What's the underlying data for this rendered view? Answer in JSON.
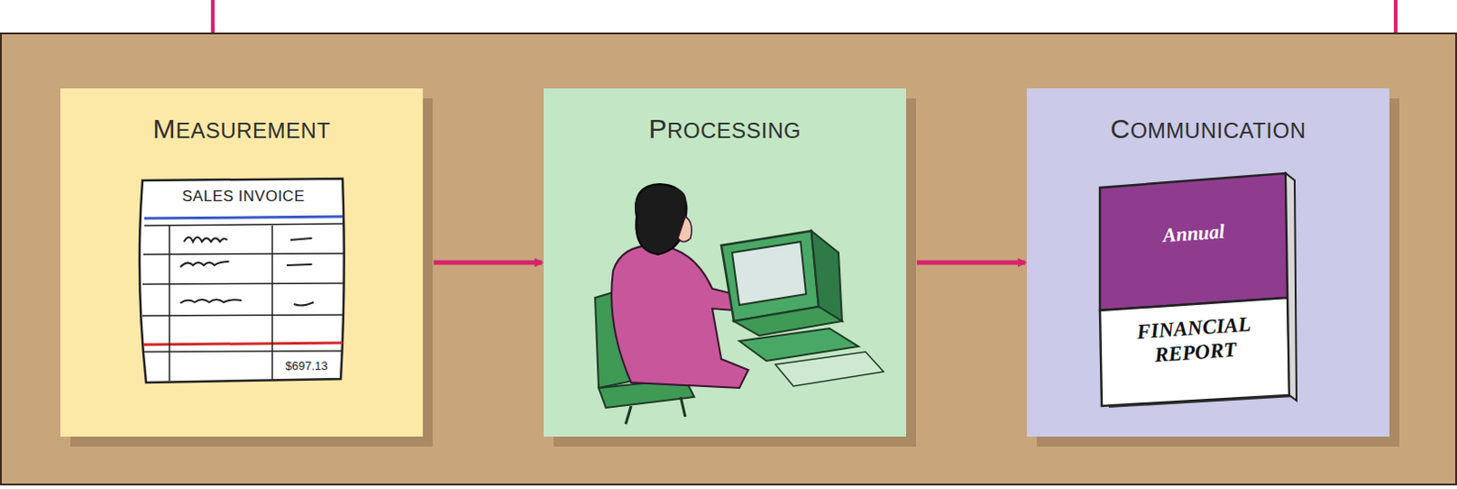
{
  "diagram": {
    "nodes": [
      {
        "text": [
          "MEASUREMENT"
        ]
      },
      {
        "text": [
          "PROCESSING"
        ]
      },
      {
        "text": [
          "COMMUNICATION"
        ]
      }
    ],
    "edges": [
      {
        "from": 0,
        "to": 1,
        "arrow": "to"
      },
      {
        "from": 1,
        "to": 2,
        "arrow": "to"
      }
    ],
    "labels": [
      "SALES INVOICE",
      "$697.13",
      "Annual",
      "FINANCIAL REPORT"
    ]
  }
}
